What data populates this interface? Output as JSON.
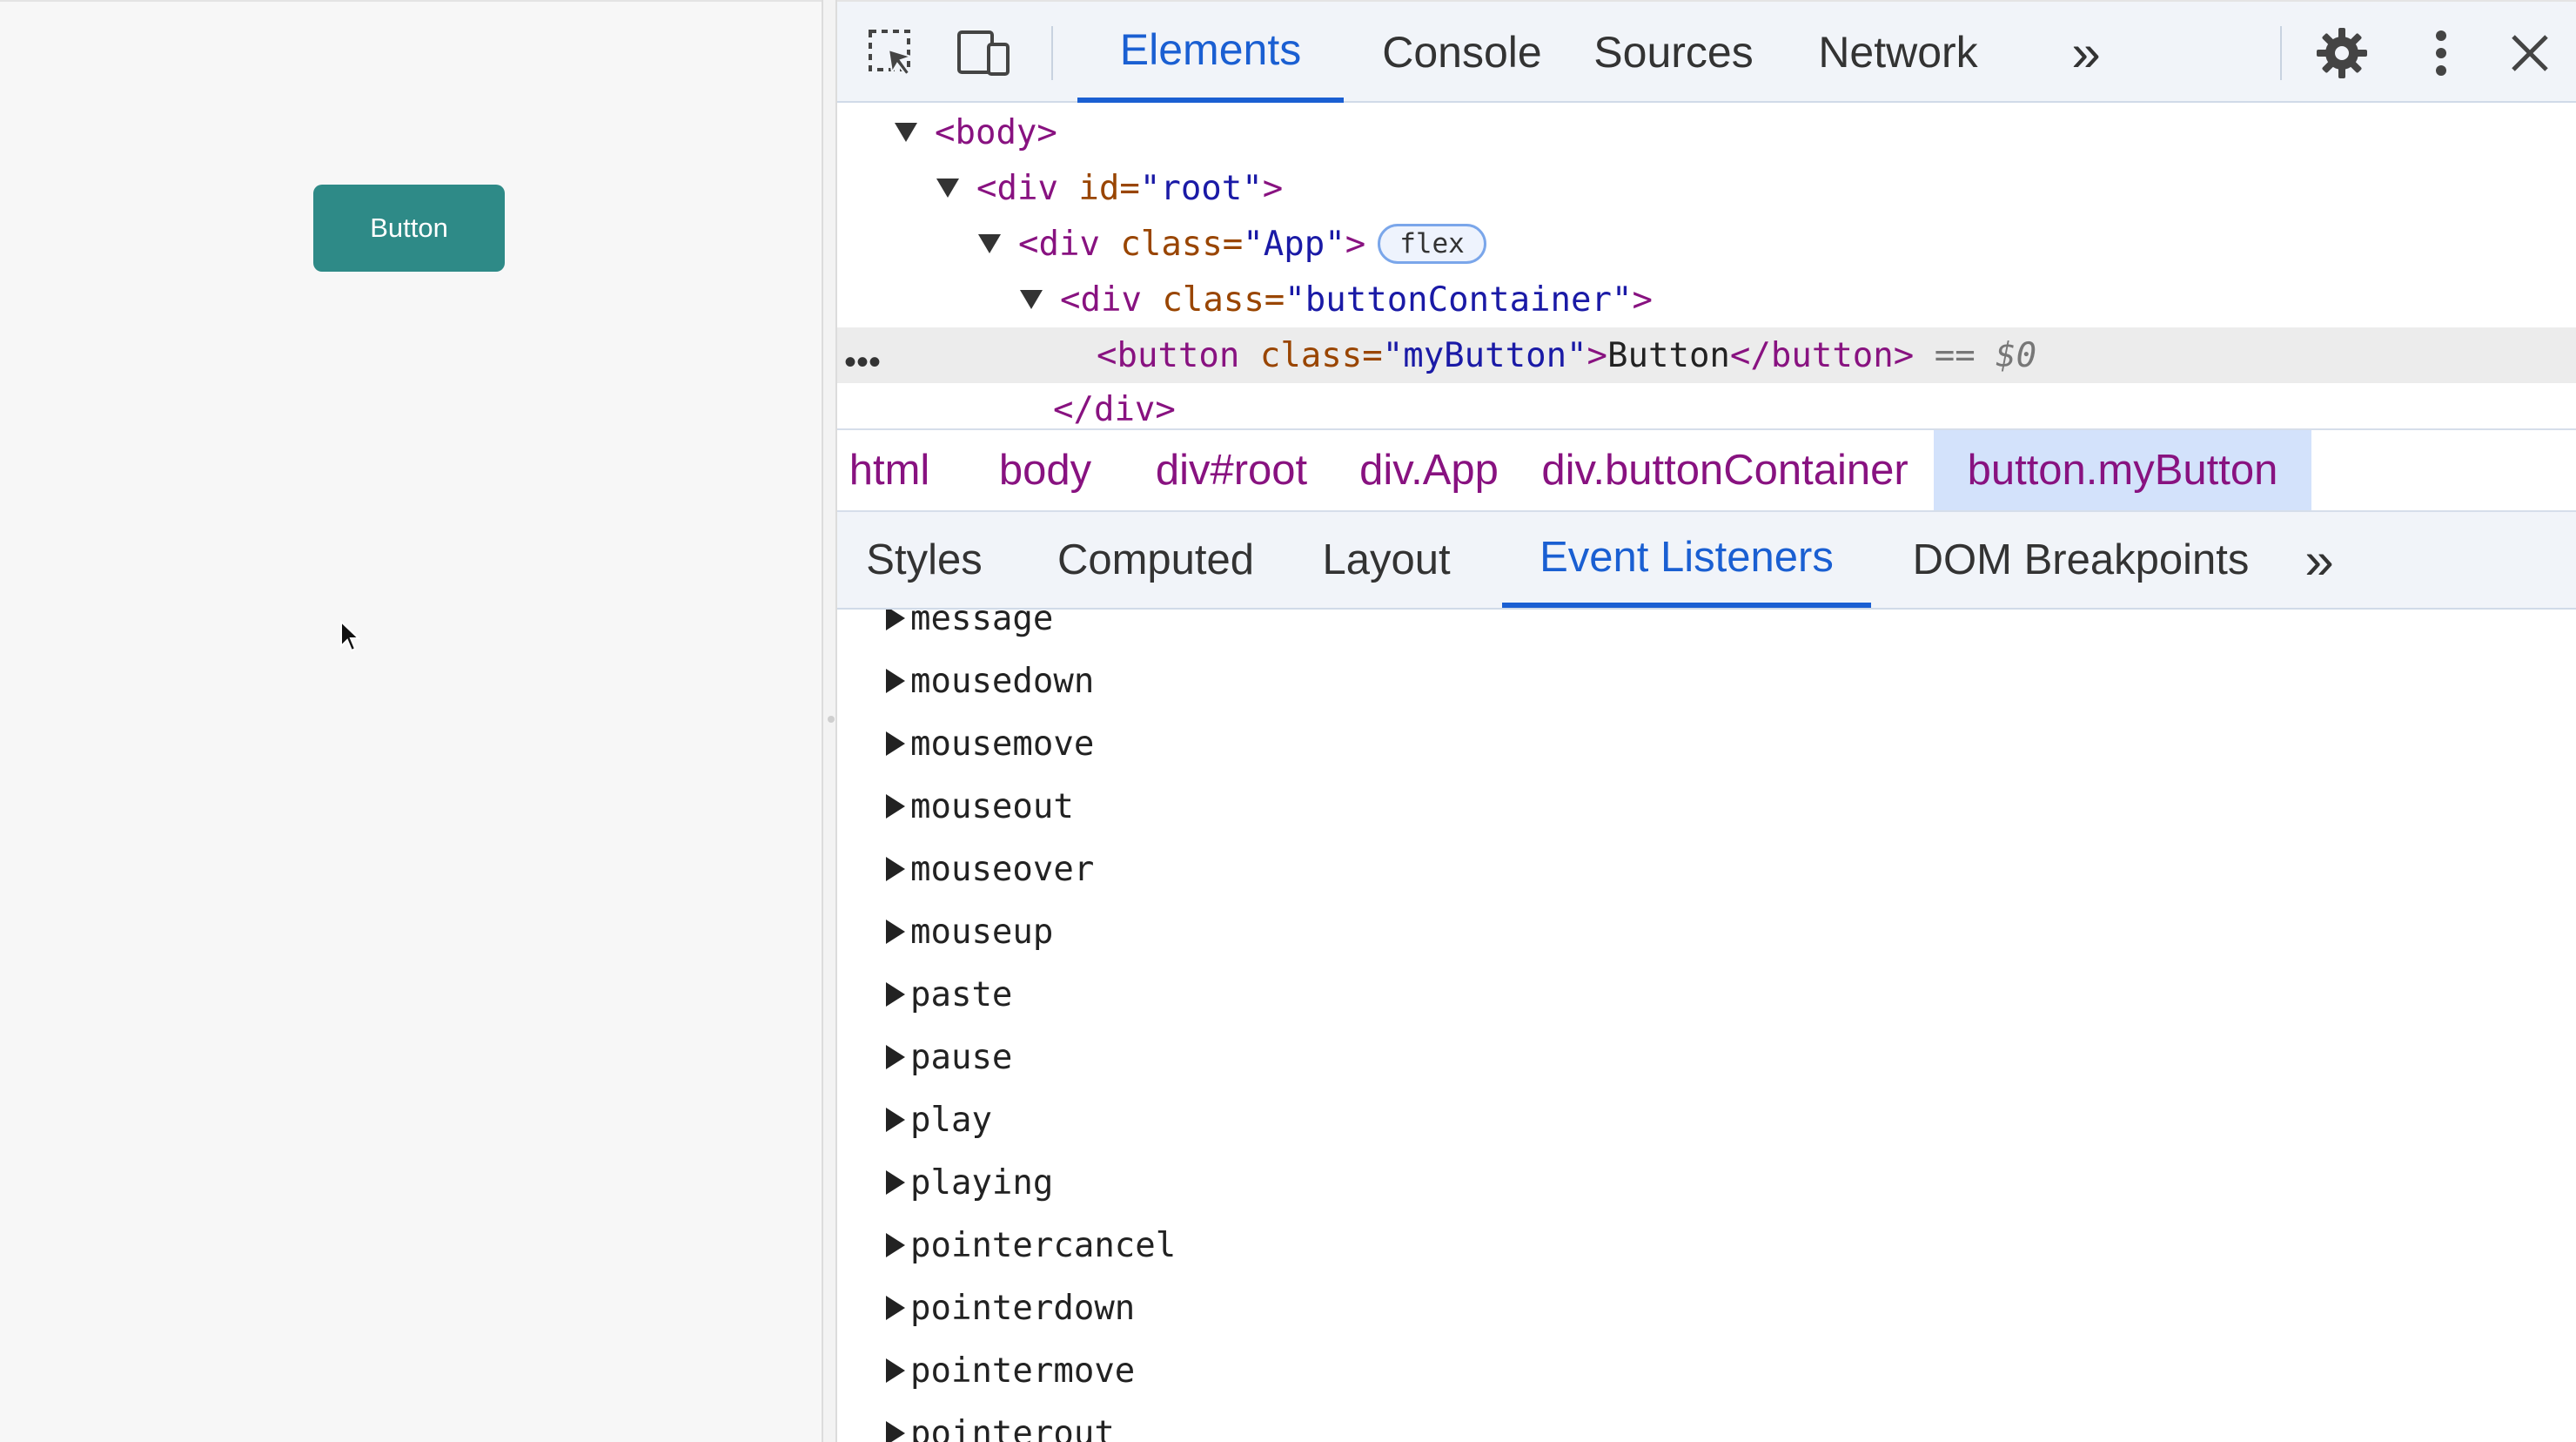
{
  "page": {
    "button_label": "Button"
  },
  "devtools": {
    "main_tabs": [
      {
        "label": "Elements",
        "active": true
      },
      {
        "label": "Console",
        "active": false
      },
      {
        "label": "Sources",
        "active": false
      },
      {
        "label": "Network",
        "active": false
      }
    ],
    "more_tabs_glyph": "»",
    "dom_tree": {
      "body": "<body>",
      "root_tag_open": "<div ",
      "root_attr": "id=",
      "root_val": "\"root\"",
      "tag_close": ">",
      "app_tag_open": "<div ",
      "app_attr": "class=",
      "app_val": "\"App\"",
      "app_badge": "flex",
      "container_tag_open": "<div ",
      "container_attr": "class=",
      "container_val": "\"buttonContainer\"",
      "button_tag_open": "<button ",
      "button_attr": "class=",
      "button_val": "\"myButton\"",
      "button_text": "Button",
      "button_tag_close": "</button>",
      "selected_marker": " == $0",
      "div_close": "</div>",
      "ellipsis": "•••"
    },
    "breadcrumb": [
      {
        "label": "html",
        "active": false
      },
      {
        "label": "body",
        "active": false
      },
      {
        "label": "div#root",
        "active": false
      },
      {
        "label": "div.App",
        "active": false
      },
      {
        "label": "div.buttonContainer",
        "active": false
      },
      {
        "label": "button.myButton",
        "active": true
      }
    ],
    "sub_tabs": [
      {
        "label": "Styles",
        "active": false
      },
      {
        "label": "Computed",
        "active": false
      },
      {
        "label": "Layout",
        "active": false
      },
      {
        "label": "Event Listeners",
        "active": true
      },
      {
        "label": "DOM Breakpoints",
        "active": false
      }
    ],
    "event_listeners": [
      "message",
      "mousedown",
      "mousemove",
      "mouseout",
      "mouseover",
      "mouseup",
      "paste",
      "pause",
      "play",
      "playing",
      "pointercancel",
      "pointerdown",
      "pointermove",
      "pointerout"
    ]
  }
}
